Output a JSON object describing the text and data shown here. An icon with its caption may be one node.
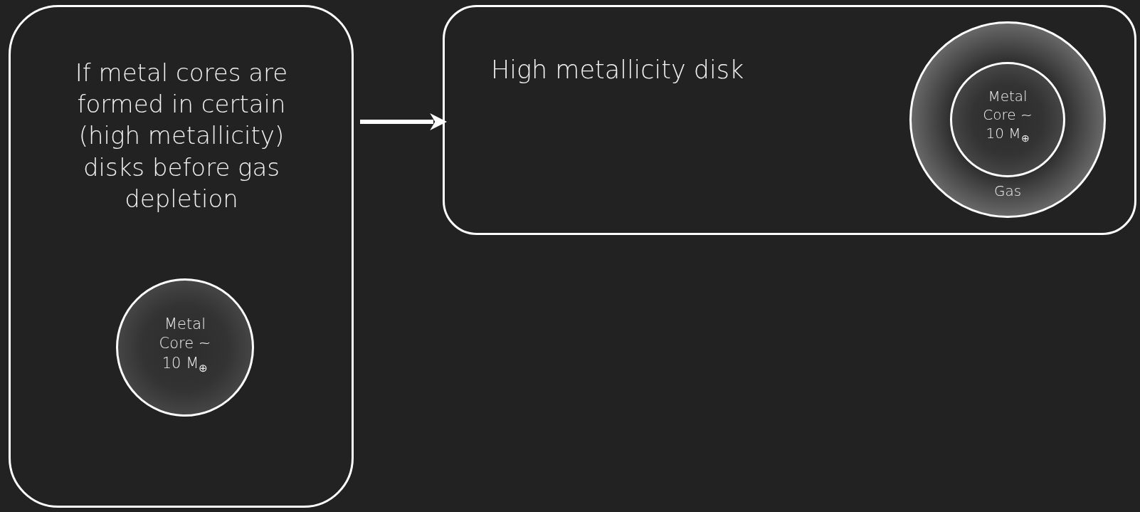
{
  "diagram": {
    "nodes": [
      {
        "text": [
          "If metal cores are formed in certain (high metallicity) disks before gas depletion"
        ]
      },
      {
        "text": [
          "Metal Core ~ 10 M$_{⊕}$"
        ],
        "in": 0
      },
      {
        "text": [
          "High metallicity disk"
        ]
      },
      {
        "text": [
          "Gas"
        ],
        "in": 2
      },
      {
        "text": [
          "Metal Core ~ 10 M$_{⊕}$"
        ],
        "in": 3
      }
    ],
    "edges": [
      {
        "from": 0,
        "to": 2,
        "arrow": "to"
      }
    ]
  }
}
